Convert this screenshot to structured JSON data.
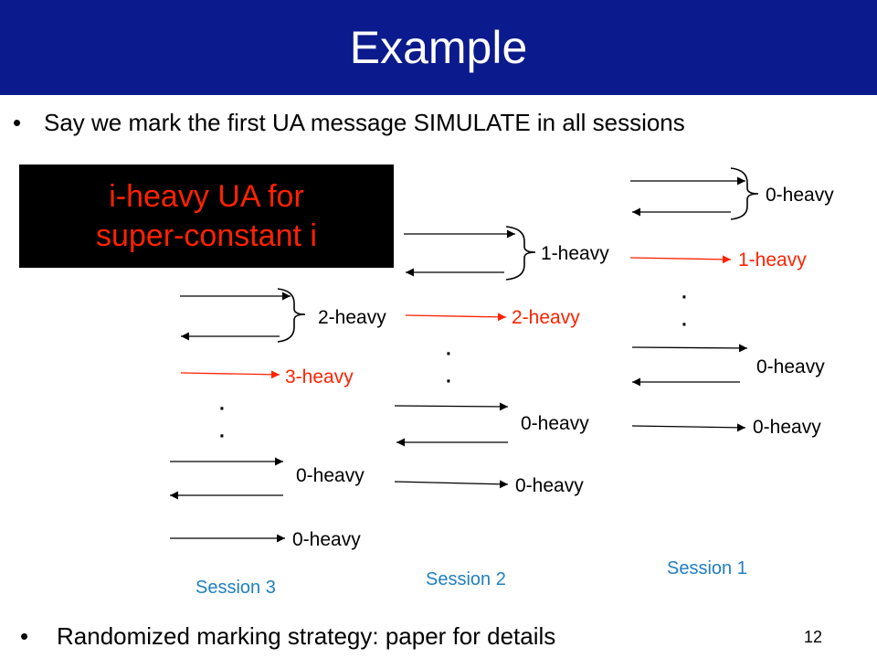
{
  "slide": {
    "title": "Example",
    "bullet1": "Say we mark the first UA message SIMULATE in all sessions",
    "bullet2": "Randomized marking strategy: paper for details",
    "bullet_char": "•",
    "box_line1": "i-heavy UA for",
    "box_line2": "super-constant i",
    "page_number": "12"
  },
  "colors": {
    "title_bar": "#0b1a8c",
    "highlight": "#ff2200",
    "session_label": "#1f7fc0",
    "arrow": "#000000"
  },
  "diagram": {
    "session1": {
      "label": "Session 1",
      "h0_top": "0-heavy",
      "h1_red": "1-heavy",
      "dots": "·",
      "h0_mid": "0-heavy",
      "h0_bottom": "0-heavy"
    },
    "session2": {
      "label": "Session 2",
      "h1": "1-heavy",
      "h2_red": "2-heavy",
      "dots": "·",
      "h0_mid": "0-heavy",
      "h0_bottom": "0-heavy"
    },
    "session3": {
      "label": "Session 3",
      "h2": "2-heavy",
      "h3_red": "3-heavy",
      "dots": "·",
      "h0_mid": "0-heavy",
      "h0_bottom": "0-heavy"
    }
  }
}
